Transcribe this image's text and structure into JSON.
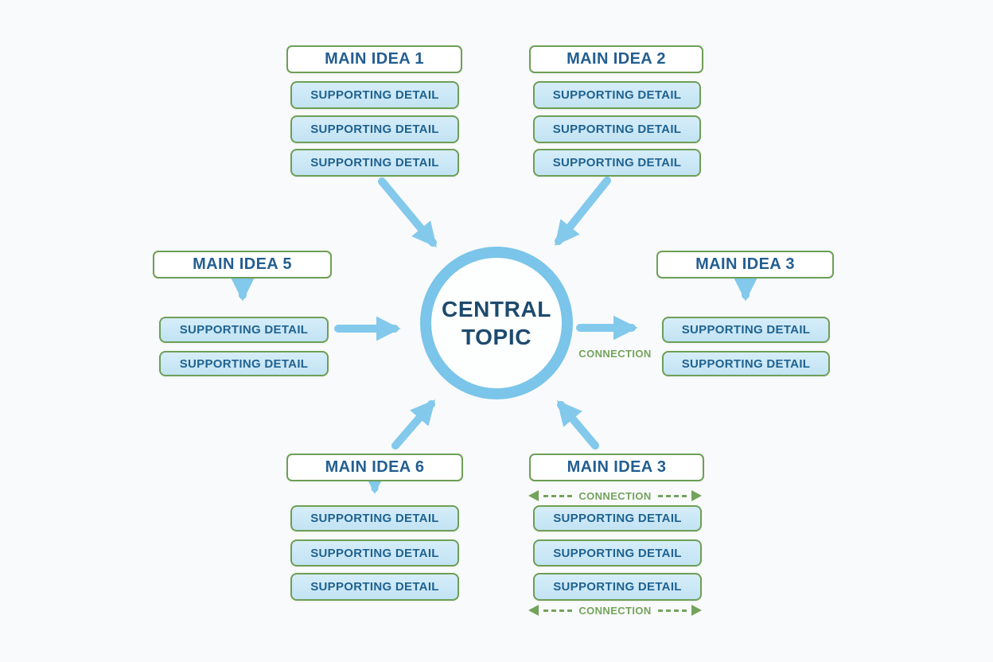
{
  "central_topic": {
    "line1": "CENTRAL",
    "line2": "TOPIC"
  },
  "connection_label": "CONNECTION",
  "groups": {
    "top_left": {
      "title": "MAIN IDEA 1",
      "details": [
        "SUPPORTING DETAIL",
        "SUPPORTING DETAIL",
        "SUPPORTING DETAIL"
      ]
    },
    "top_right": {
      "title": "MAIN IDEA 2",
      "details": [
        "SUPPORTING DETAIL",
        "SUPPORTING DETAIL",
        "SUPPORTING DETAIL"
      ]
    },
    "mid_left": {
      "title": "MAIN IDEA 5",
      "details": [
        "SUPPORTING DETAIL",
        "SUPPORTING DETAIL"
      ]
    },
    "mid_right": {
      "title": "MAIN IDEA 3",
      "details": [
        "SUPPORTING DETAIL",
        "SUPPORTING DETAIL"
      ],
      "connection": "CONNECTION"
    },
    "bottom_left": {
      "title": "MAIN IDEA 6",
      "details": [
        "SUPPORTING DETAIL",
        "SUPPORTING DETAIL",
        "SUPPORTING DETAIL"
      ]
    },
    "bottom_right": {
      "title": "MAIN IDEA 3",
      "details": [
        "SUPPORTING DETAIL",
        "SUPPORTING DETAIL",
        "SUPPORTING DETAIL"
      ],
      "connection_top": "CONNECTION",
      "connection_bottom": "CONNECTION"
    }
  },
  "colors": {
    "background": "#f9fafb",
    "arrow_blue": "#83c9ec",
    "ring_blue": "#7ac5e9",
    "box_border_green": "#6d9f56",
    "detail_fill": "#c9e6f5",
    "idea_text": "#235e91",
    "detail_text": "#1f6290",
    "central_text": "#1d4a6e",
    "connection_green": "#74a35c"
  }
}
